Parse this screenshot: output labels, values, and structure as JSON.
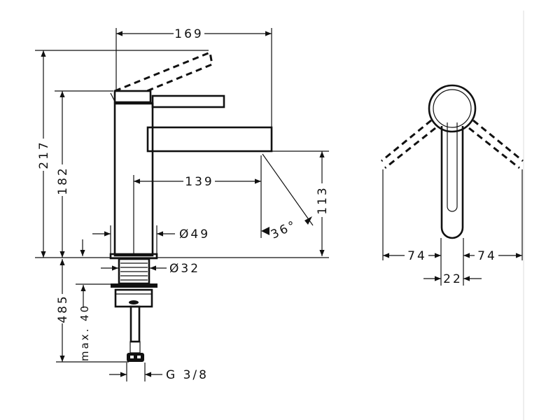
{
  "drawing": {
    "front_view": {
      "dimensions": {
        "total_width": "169",
        "total_height": "217",
        "body_height": "182",
        "spout_height": "113",
        "spout_reach": "139",
        "spout_angle": "36°",
        "base_diameter": "Ø49",
        "thread_diameter": "Ø32",
        "supply_length": "485",
        "max_deck_thickness": "max. 40",
        "connection_thread": "G 3/8"
      }
    },
    "side_view": {
      "dimensions": {
        "lever_swing_left": "74",
        "lever_swing_right": "74",
        "lever_width": "22"
      }
    },
    "colors": {
      "line": "#111111",
      "background": "#ffffff"
    }
  }
}
